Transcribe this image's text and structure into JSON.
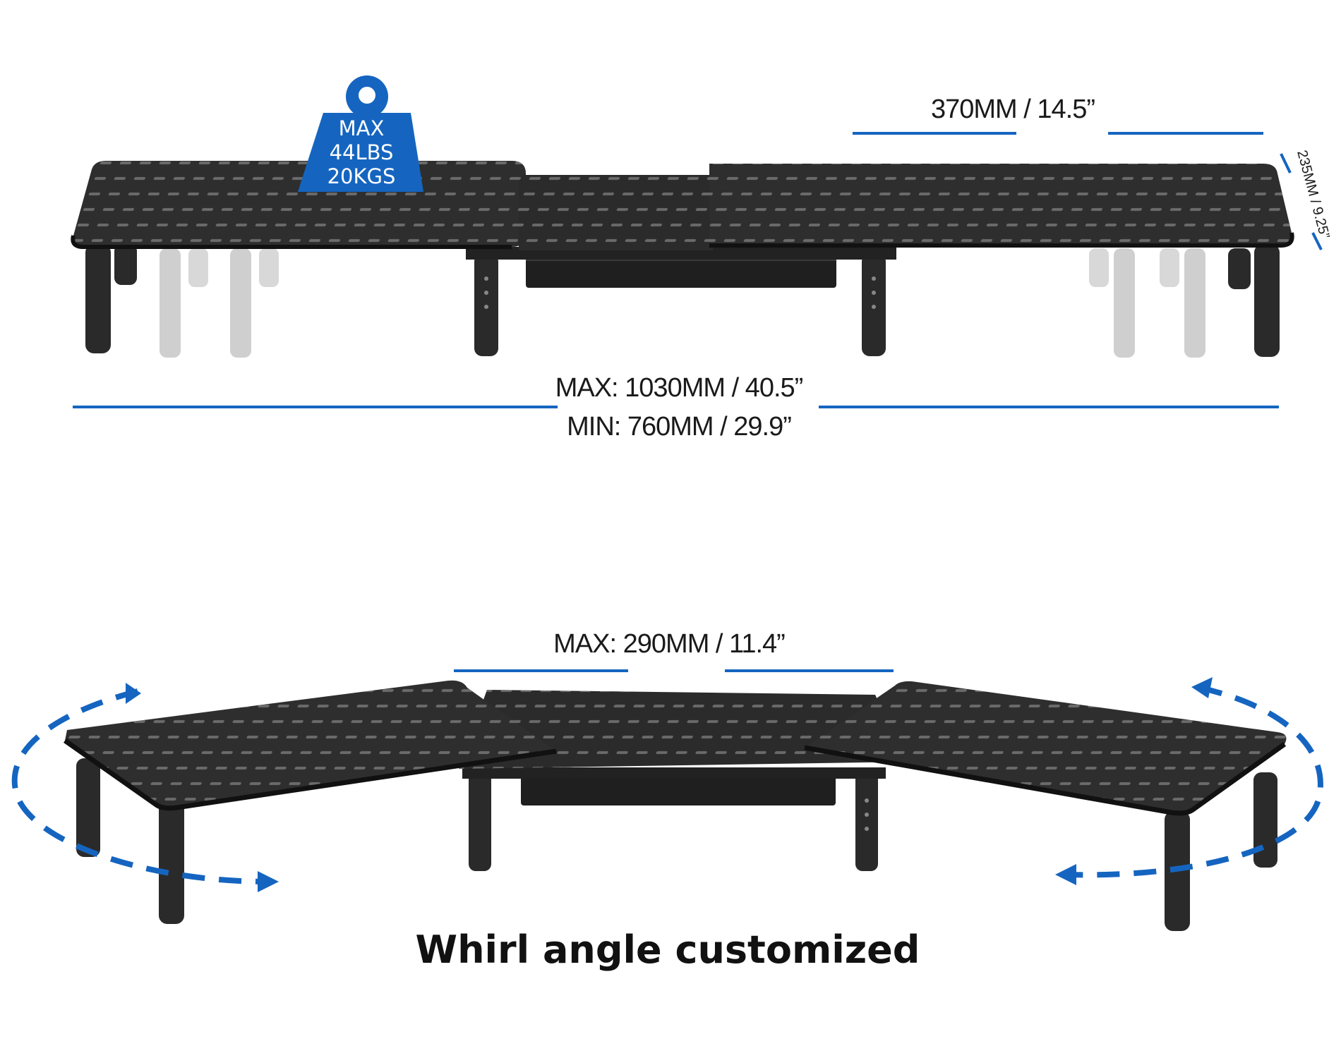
{
  "weight_badge": {
    "line1": "MAX",
    "line2": "44LBS",
    "line3": "20KGS"
  },
  "dimensions": {
    "platform_width": "370MM / 14.5”",
    "height": "235MM / 9.25”",
    "max_length": "MAX: 1030MM / 40.5”",
    "min_length": "MIN: 760MM / 29.9”",
    "max_extension": "MAX: 290MM / 11.4”"
  },
  "caption": "Whirl angle customized",
  "colors": {
    "accent_blue": "#1565c0",
    "stand_black": "#2b2b2b",
    "ghost_gray": "#cfcfcf"
  },
  "icons": [
    "weight-icon",
    "rotate-arrow-icon"
  ]
}
